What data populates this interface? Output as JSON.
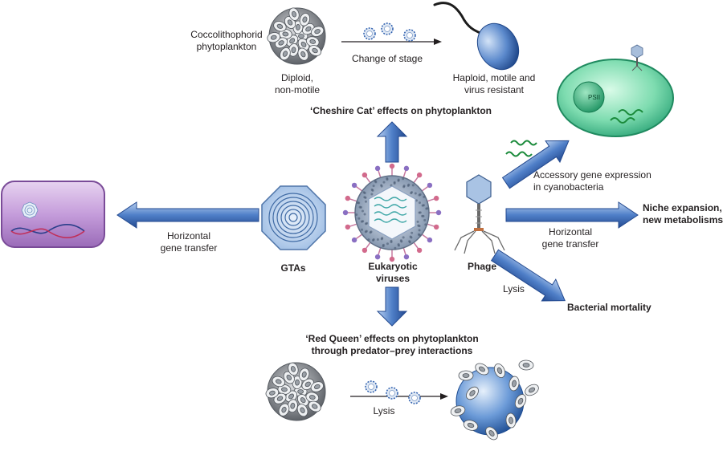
{
  "diagram": {
    "cheshire": {
      "organism_label": [
        "Coccolithophorid",
        "phytoplankton"
      ],
      "stage_change_label": "Change of stage",
      "diploid_label": [
        "Diploid,",
        "non-motile"
      ],
      "haploid_label": [
        "Haploid, motile and",
        "virus resistant"
      ],
      "effect_title": "‘Cheshire Cat’ effects on phytoplankton"
    },
    "gtas": {
      "label": "GTAs",
      "hgt_label": [
        "Horizontal",
        "gene transfer"
      ]
    },
    "eukaryotic": {
      "label": [
        "Eukaryotic",
        "viruses"
      ]
    },
    "phage": {
      "label": "Phage",
      "psii_label": "PSII",
      "accessory_label": [
        "Accessory gene expression",
        "in cyanobacteria"
      ],
      "hgt_label": [
        "Horizontal",
        "gene transfer"
      ],
      "niche_label": [
        "Niche expansion,",
        "new metabolisms"
      ],
      "lysis_label": "Lysis",
      "mortality_label": "Bacterial mortality"
    },
    "red_queen": {
      "title": [
        "‘Red Queen’ effects on phytoplankton",
        "through predator–prey interactions"
      ],
      "lysis_label": "Lysis"
    },
    "colors": {
      "arrow_blue": "#2e5fae",
      "arrow_light": "#8fb4e6",
      "cyano_green": "#3dba8a",
      "bacteria_purple": "#c9a3dc",
      "coccolith_grey": "#8a8d92",
      "capsid_blue": "#8fb0da",
      "receptor_pink": "#d26a8c"
    }
  }
}
